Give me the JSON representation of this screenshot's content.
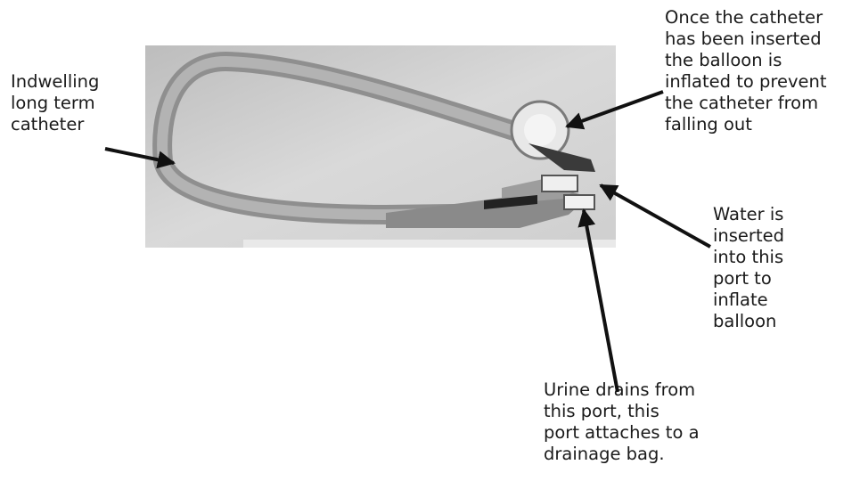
{
  "labels": {
    "indwelling": "Indwelling\nlong term\ncatheter",
    "balloon": "Once the catheter\nhas been inserted\nthe balloon is\ninflated to prevent\nthe catheter from\nfalling out",
    "water": "Water is\ninserted\ninto this\nport to\ninflate\nballoon",
    "urine": "Urine drains from\nthis port, this\nport attaches to a\ndrainage bag."
  }
}
